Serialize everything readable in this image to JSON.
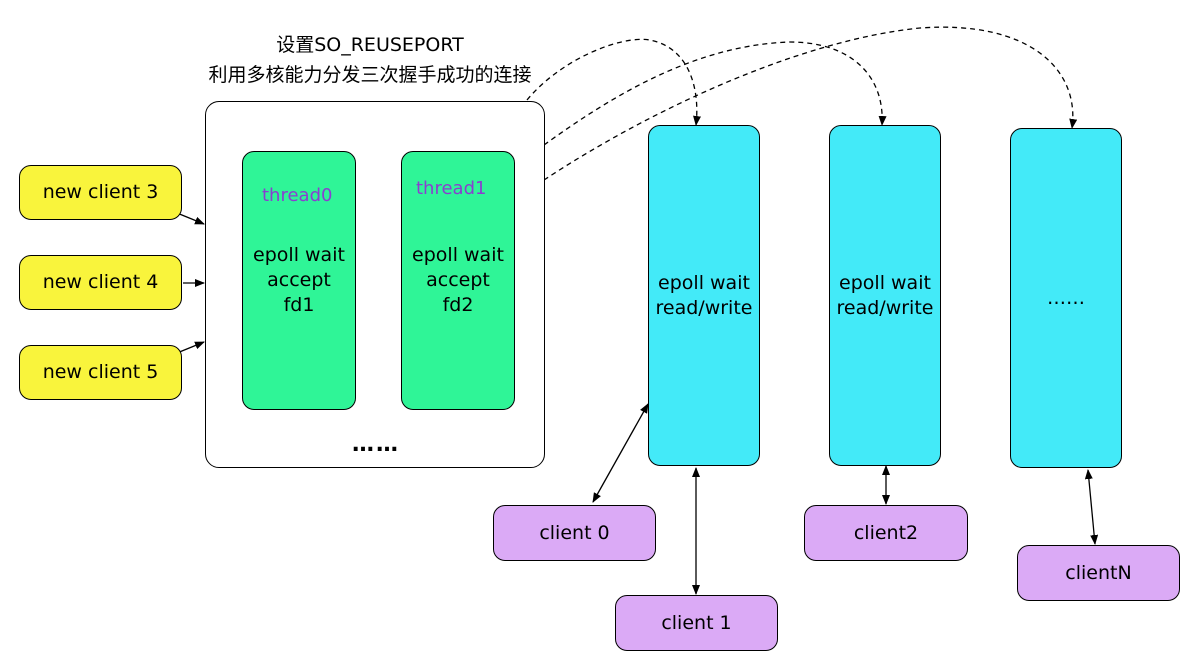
{
  "note": {
    "line1": "设置SO_REUSEPORT",
    "line2": "利用多核能力分发三次握手成功的连接"
  },
  "new_clients": [
    "new client 3",
    "new client 4",
    "new client 5"
  ],
  "listener_threads": [
    {
      "label": "thread0",
      "lines": [
        "epoll wait",
        "accept",
        "fd1"
      ]
    },
    {
      "label": "thread1",
      "lines": [
        "epoll wait",
        "accept",
        "fd2"
      ]
    }
  ],
  "listener_more": "……",
  "workers": [
    {
      "lines": [
        "epoll wait",
        "read/write"
      ]
    },
    {
      "lines": [
        "epoll wait",
        "read/write"
      ]
    },
    {
      "lines": [
        "……"
      ]
    }
  ],
  "clients": [
    "client 0",
    "client 1",
    "client2",
    "clientN"
  ],
  "colors": {
    "new_client": "#f9f43c",
    "listener_thread": "#2ff597",
    "worker": "#43eaf8",
    "client": "#dbaaf6",
    "thread_label": "#8a3fd0"
  }
}
